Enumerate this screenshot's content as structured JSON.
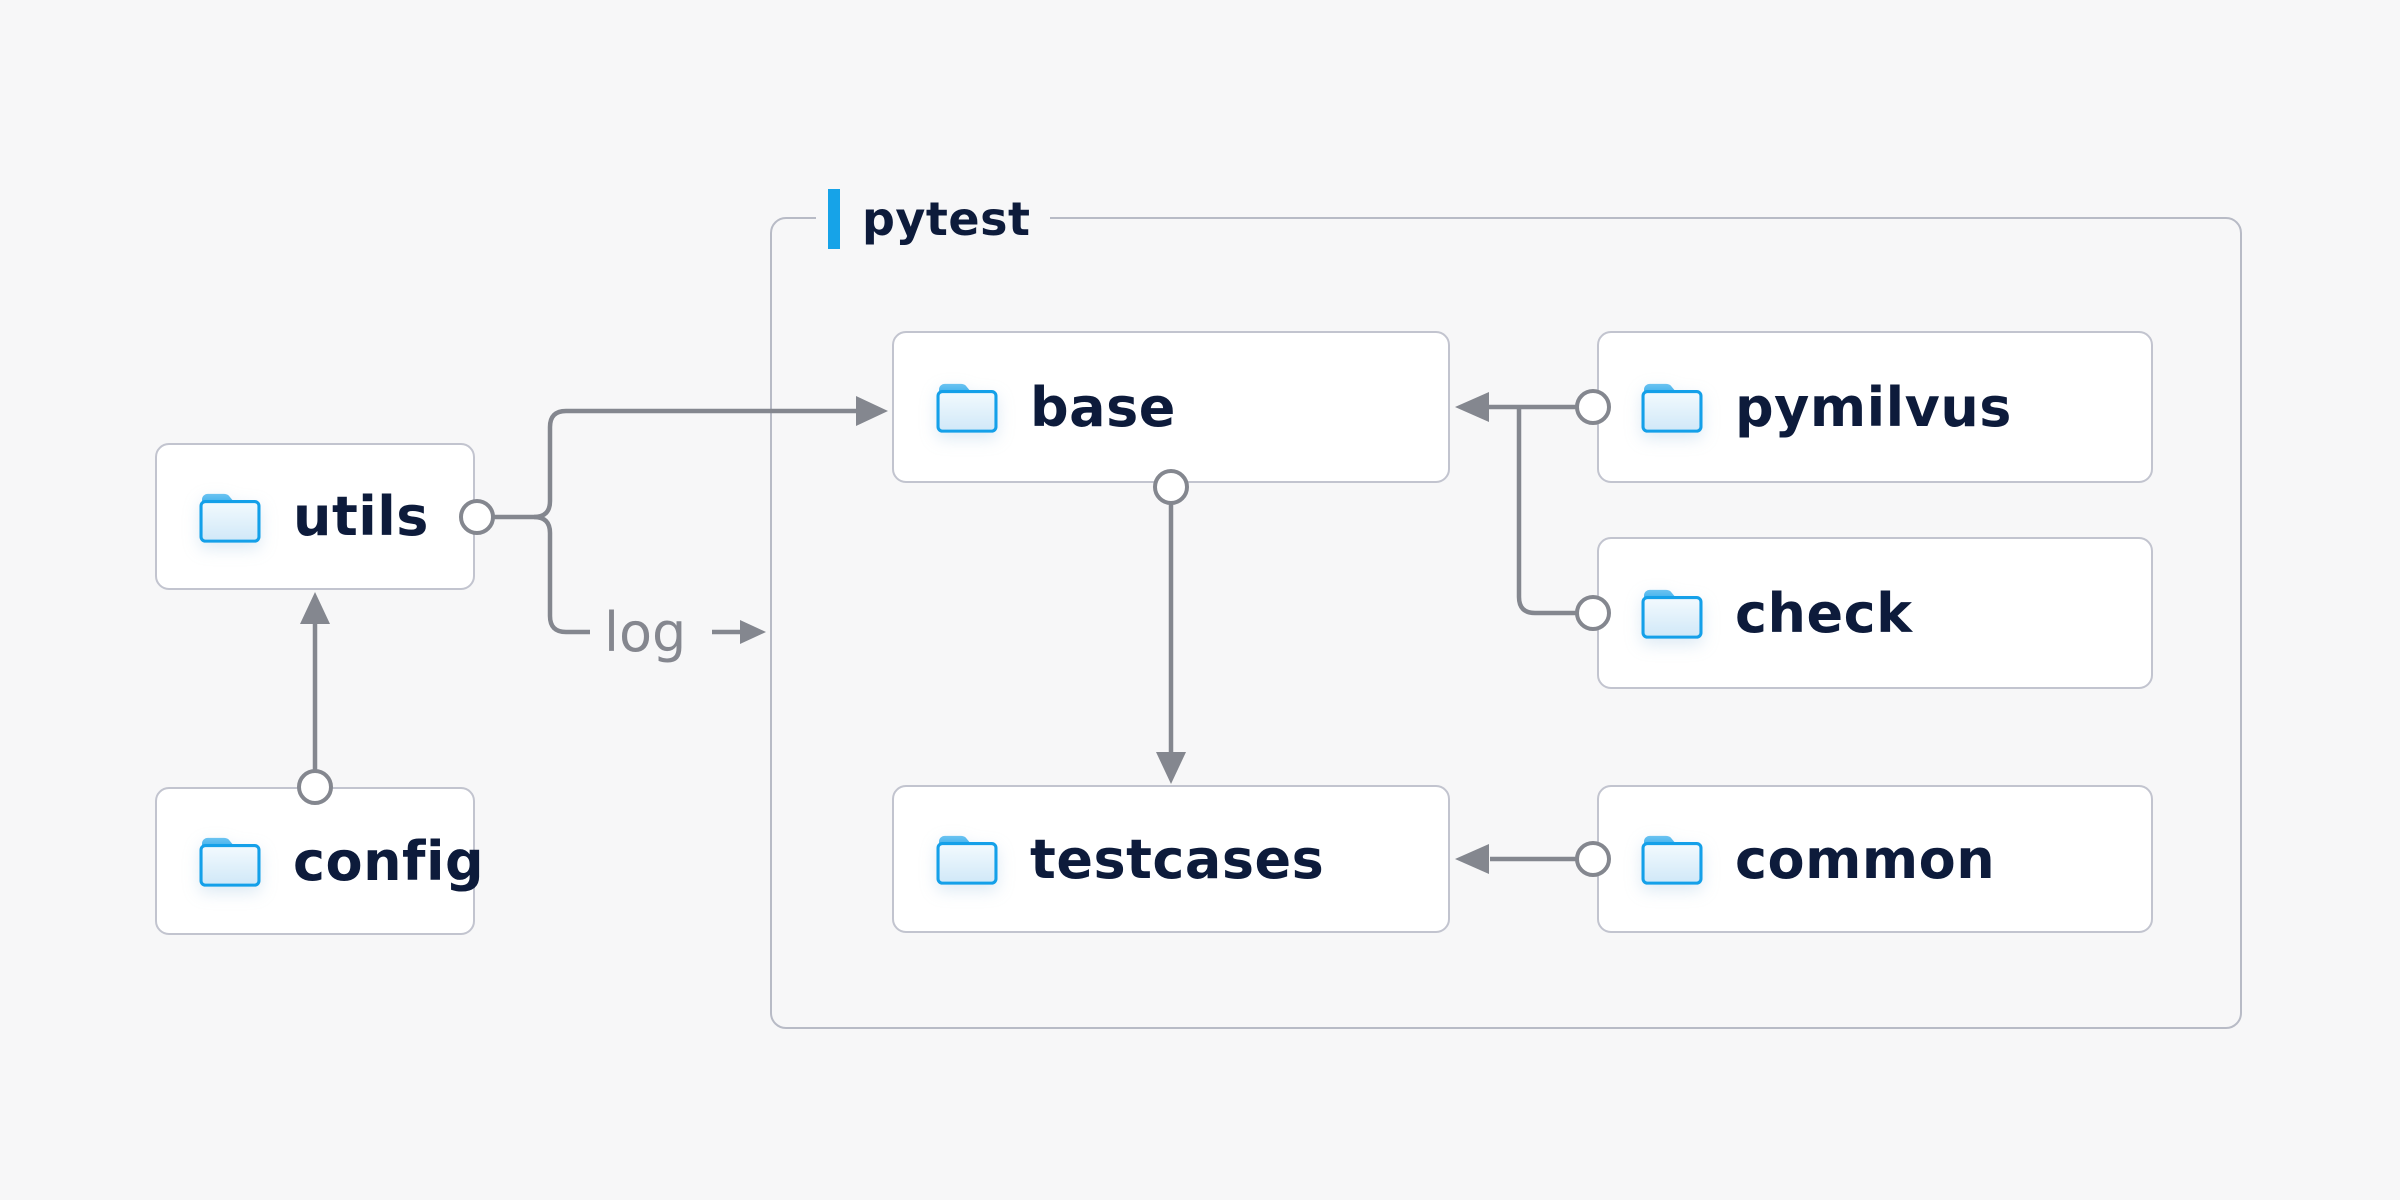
{
  "diagram": {
    "container_label": "pytest",
    "log_label": "log",
    "nodes": {
      "utils": {
        "label": "utils"
      },
      "config": {
        "label": "config"
      },
      "base": {
        "label": "base"
      },
      "pymilvus": {
        "label": "pymilvus"
      },
      "check": {
        "label": "check"
      },
      "testcases": {
        "label": "testcases"
      },
      "common": {
        "label": "common"
      }
    },
    "edges": [
      {
        "from": "config",
        "to": "utils",
        "style": "arrow"
      },
      {
        "from": "utils",
        "to": "base",
        "style": "arrow"
      },
      {
        "from": "utils",
        "to": "pytest",
        "style": "arrow",
        "label": "log"
      },
      {
        "from": "pymilvus",
        "to": "base",
        "style": "arrow"
      },
      {
        "from": "check",
        "to": "base",
        "style": "arrow"
      },
      {
        "from": "base",
        "to": "testcases",
        "style": "arrow"
      },
      {
        "from": "common",
        "to": "testcases",
        "style": "arrow"
      }
    ],
    "colors": {
      "background": "#f7f7f8",
      "accent_blue": "#16a3e8",
      "folder_blue": "#14a0e9",
      "text_navy": "#0d1b3b",
      "connector_gray": "#84878f",
      "box_border": "#c2c4cf",
      "container_border": "#b8bbc6",
      "log_gray": "#85878f"
    }
  }
}
